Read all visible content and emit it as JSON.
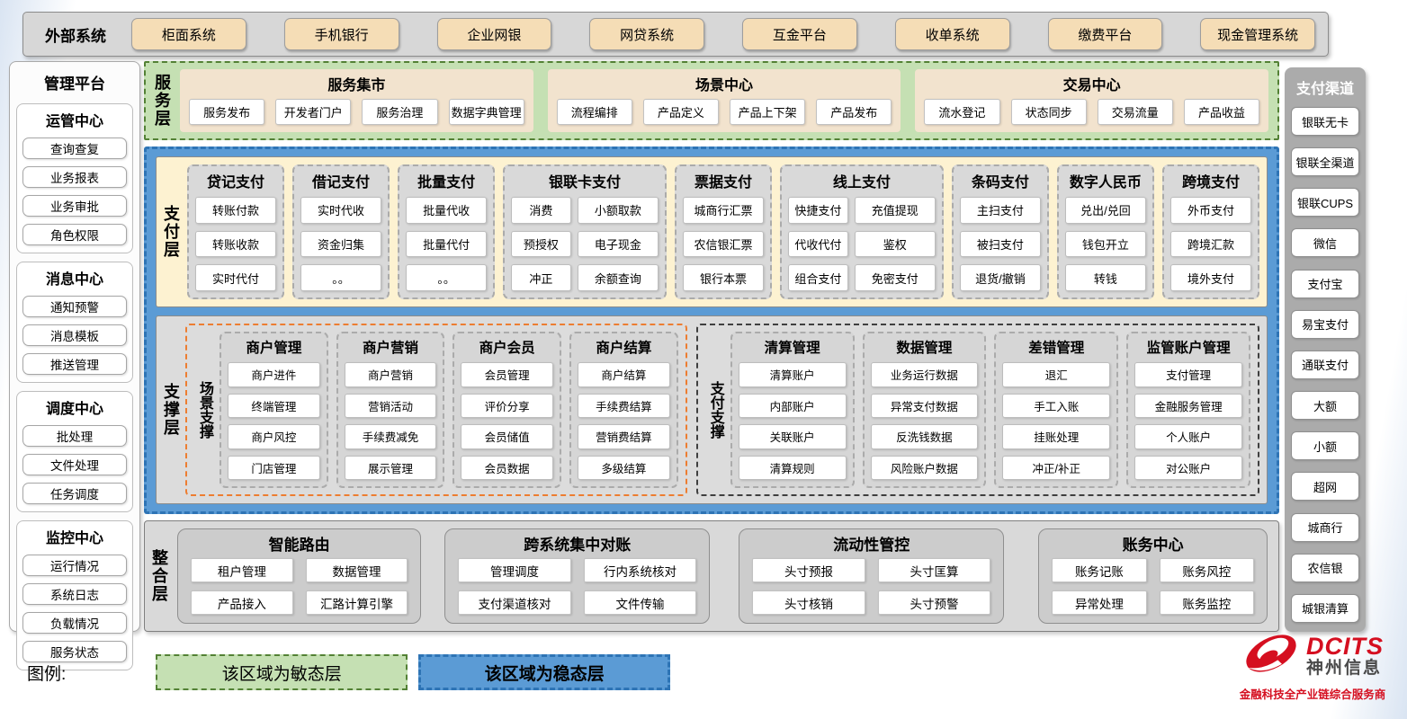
{
  "external": {
    "label": "外部系统",
    "items": [
      "柜面系统",
      "手机银行",
      "企业网银",
      "网贷系统",
      "互金平台",
      "收单系统",
      "缴费平台",
      "现金管理系统"
    ]
  },
  "management": {
    "title": "管理平台",
    "groups": [
      {
        "title": "运管中心",
        "items": [
          "查询查复",
          "业务报表",
          "业务审批",
          "角色权限"
        ]
      },
      {
        "title": "消息中心",
        "items": [
          "通知预警",
          "消息模板",
          "推送管理"
        ]
      },
      {
        "title": "调度中心",
        "items": [
          "批处理",
          "文件处理",
          "任务调度"
        ]
      },
      {
        "title": "监控中心",
        "items": [
          "运行情况",
          "系统日志",
          "负载情况",
          "服务状态"
        ]
      }
    ]
  },
  "service_layer": {
    "label": "服务层",
    "groups": [
      {
        "title": "服务集市",
        "items": [
          "服务发布",
          "开发者门户",
          "服务治理",
          "数据字典管理"
        ]
      },
      {
        "title": "场景中心",
        "items": [
          "流程编排",
          "产品定义",
          "产品上下架",
          "产品发布"
        ]
      },
      {
        "title": "交易中心",
        "items": [
          "流水登记",
          "状态同步",
          "交易流量",
          "产品收益"
        ]
      }
    ]
  },
  "payment_layer": {
    "label": "支付层",
    "columns": [
      {
        "title": "贷记支付",
        "cols": 1,
        "items": [
          "转账付款",
          "转账收款",
          "实时代付"
        ]
      },
      {
        "title": "借记支付",
        "cols": 1,
        "items": [
          "实时代收",
          "资金归集",
          "。。"
        ]
      },
      {
        "title": "批量支付",
        "cols": 1,
        "items": [
          "批量代收",
          "批量代付",
          "。。"
        ]
      },
      {
        "title": "银联卡支付",
        "cols": 2,
        "items": [
          "消费",
          "小额取款",
          "预授权",
          "电子现金",
          "冲正",
          "余额查询"
        ]
      },
      {
        "title": "票据支付",
        "cols": 1,
        "items": [
          "城商行汇票",
          "农信银汇票",
          "银行本票"
        ]
      },
      {
        "title": "线上支付",
        "cols": 2,
        "items": [
          "快捷支付",
          "充值提现",
          "代收代付",
          "鉴权",
          "组合支付",
          "免密支付"
        ]
      },
      {
        "title": "条码支付",
        "cols": 1,
        "items": [
          "主扫支付",
          "被扫支付",
          "退货/撤销"
        ]
      },
      {
        "title": "数字人民币",
        "cols": 1,
        "items": [
          "兑出/兑回",
          "钱包开立",
          "转钱"
        ]
      },
      {
        "title": "跨境支付",
        "cols": 1,
        "items": [
          "外币支付",
          "跨境汇款",
          "境外支付"
        ]
      }
    ]
  },
  "support_layer": {
    "label": "支撑层",
    "sections": [
      {
        "label": "场景支撑",
        "style": "orange",
        "columns": [
          {
            "title": "商户管理",
            "items": [
              "商户进件",
              "终端管理",
              "商户风控",
              "门店管理"
            ]
          },
          {
            "title": "商户营销",
            "items": [
              "商户营销",
              "营销活动",
              "手续费减免",
              "展示管理"
            ]
          },
          {
            "title": "商户会员",
            "items": [
              "会员管理",
              "评价分享",
              "会员储值",
              "会员数据"
            ]
          },
          {
            "title": "商户结算",
            "items": [
              "商户结算",
              "手续费结算",
              "营销费结算",
              "多级结算"
            ]
          }
        ]
      },
      {
        "label": "支付支撑",
        "style": "dark",
        "columns": [
          {
            "title": "清算管理",
            "items": [
              "清算账户",
              "内部账户",
              "关联账户",
              "清算规则"
            ]
          },
          {
            "title": "数据管理",
            "items": [
              "业务运行数据",
              "异常支付数据",
              "反洗钱数据",
              "风险账户数据"
            ]
          },
          {
            "title": "差错管理",
            "items": [
              "退汇",
              "手工入账",
              "挂账处理",
              "冲正/补正"
            ]
          },
          {
            "title": "监管账户管理",
            "items": [
              "支付管理",
              "金融服务管理",
              "个人账户",
              "对公账户"
            ]
          }
        ]
      }
    ]
  },
  "integration_layer": {
    "label": "整合层",
    "groups": [
      {
        "title": "智能路由",
        "items": [
          "租户管理",
          "数据管理",
          "产品接入",
          "汇路计算引擎"
        ]
      },
      {
        "title": "跨系统集中对账",
        "items": [
          "管理调度",
          "行内系统核对",
          "支付渠道核对",
          "文件传输"
        ]
      },
      {
        "title": "流动性管控",
        "items": [
          "头寸预报",
          "头寸匡算",
          "头寸核销",
          "头寸预警"
        ]
      },
      {
        "title": "账务中心",
        "items": [
          "账务记账",
          "账务风控",
          "异常处理",
          "账务监控"
        ]
      }
    ]
  },
  "channels": {
    "title": "支付渠道",
    "items": [
      "银联无卡",
      "银联全渠道",
      "银联CUPS",
      "微信",
      "支付宝",
      "易宝支付",
      "通联支付",
      "大额",
      "小额",
      "超网",
      "城商行",
      "农信银",
      "城银清算"
    ]
  },
  "legend": {
    "label": "图例:",
    "agile": "该区域为敏态层",
    "stable": "该区域为稳态层"
  },
  "logo": {
    "brand": "DCITS",
    "name": "神州信息",
    "slogan": "金融科技全产业链综合服务商"
  },
  "colors": {
    "agile_green": "#c5e0b3",
    "green_border": "#538135",
    "stable_blue": "#5b9bd5",
    "blue_border": "#2e74b5",
    "cream": "#fdf2d1",
    "wheat": "#f2e3ce",
    "tan_chip": "#f5ddb6",
    "gray_panel": "#d9d9d9",
    "orange_border": "#ed7d31",
    "brand_red": "#d50f20"
  }
}
